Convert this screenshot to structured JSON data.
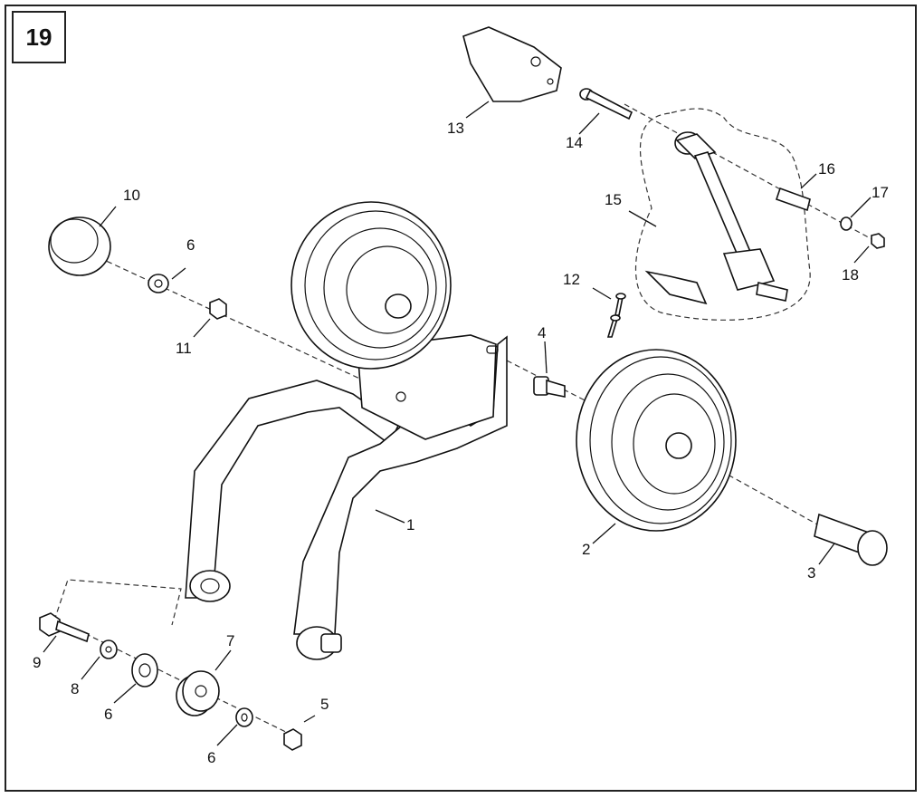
{
  "figure_number": "19",
  "callouts": [
    {
      "id": "c1",
      "label": "1"
    },
    {
      "id": "c2",
      "label": "2"
    },
    {
      "id": "c3",
      "label": "3"
    },
    {
      "id": "c4",
      "label": "4"
    },
    {
      "id": "c5",
      "label": "5"
    },
    {
      "id": "c6a",
      "label": "6"
    },
    {
      "id": "c6b",
      "label": "6"
    },
    {
      "id": "c6c",
      "label": "6"
    },
    {
      "id": "c7",
      "label": "7"
    },
    {
      "id": "c8",
      "label": "8"
    },
    {
      "id": "c9",
      "label": "9"
    },
    {
      "id": "c10",
      "label": "10"
    },
    {
      "id": "c11",
      "label": "11"
    },
    {
      "id": "c12",
      "label": "12"
    },
    {
      "id": "c13",
      "label": "13"
    },
    {
      "id": "c14",
      "label": "14"
    },
    {
      "id": "c15",
      "label": "15"
    },
    {
      "id": "c16",
      "label": "16"
    },
    {
      "id": "c17",
      "label": "17"
    },
    {
      "id": "c18",
      "label": "18"
    }
  ]
}
